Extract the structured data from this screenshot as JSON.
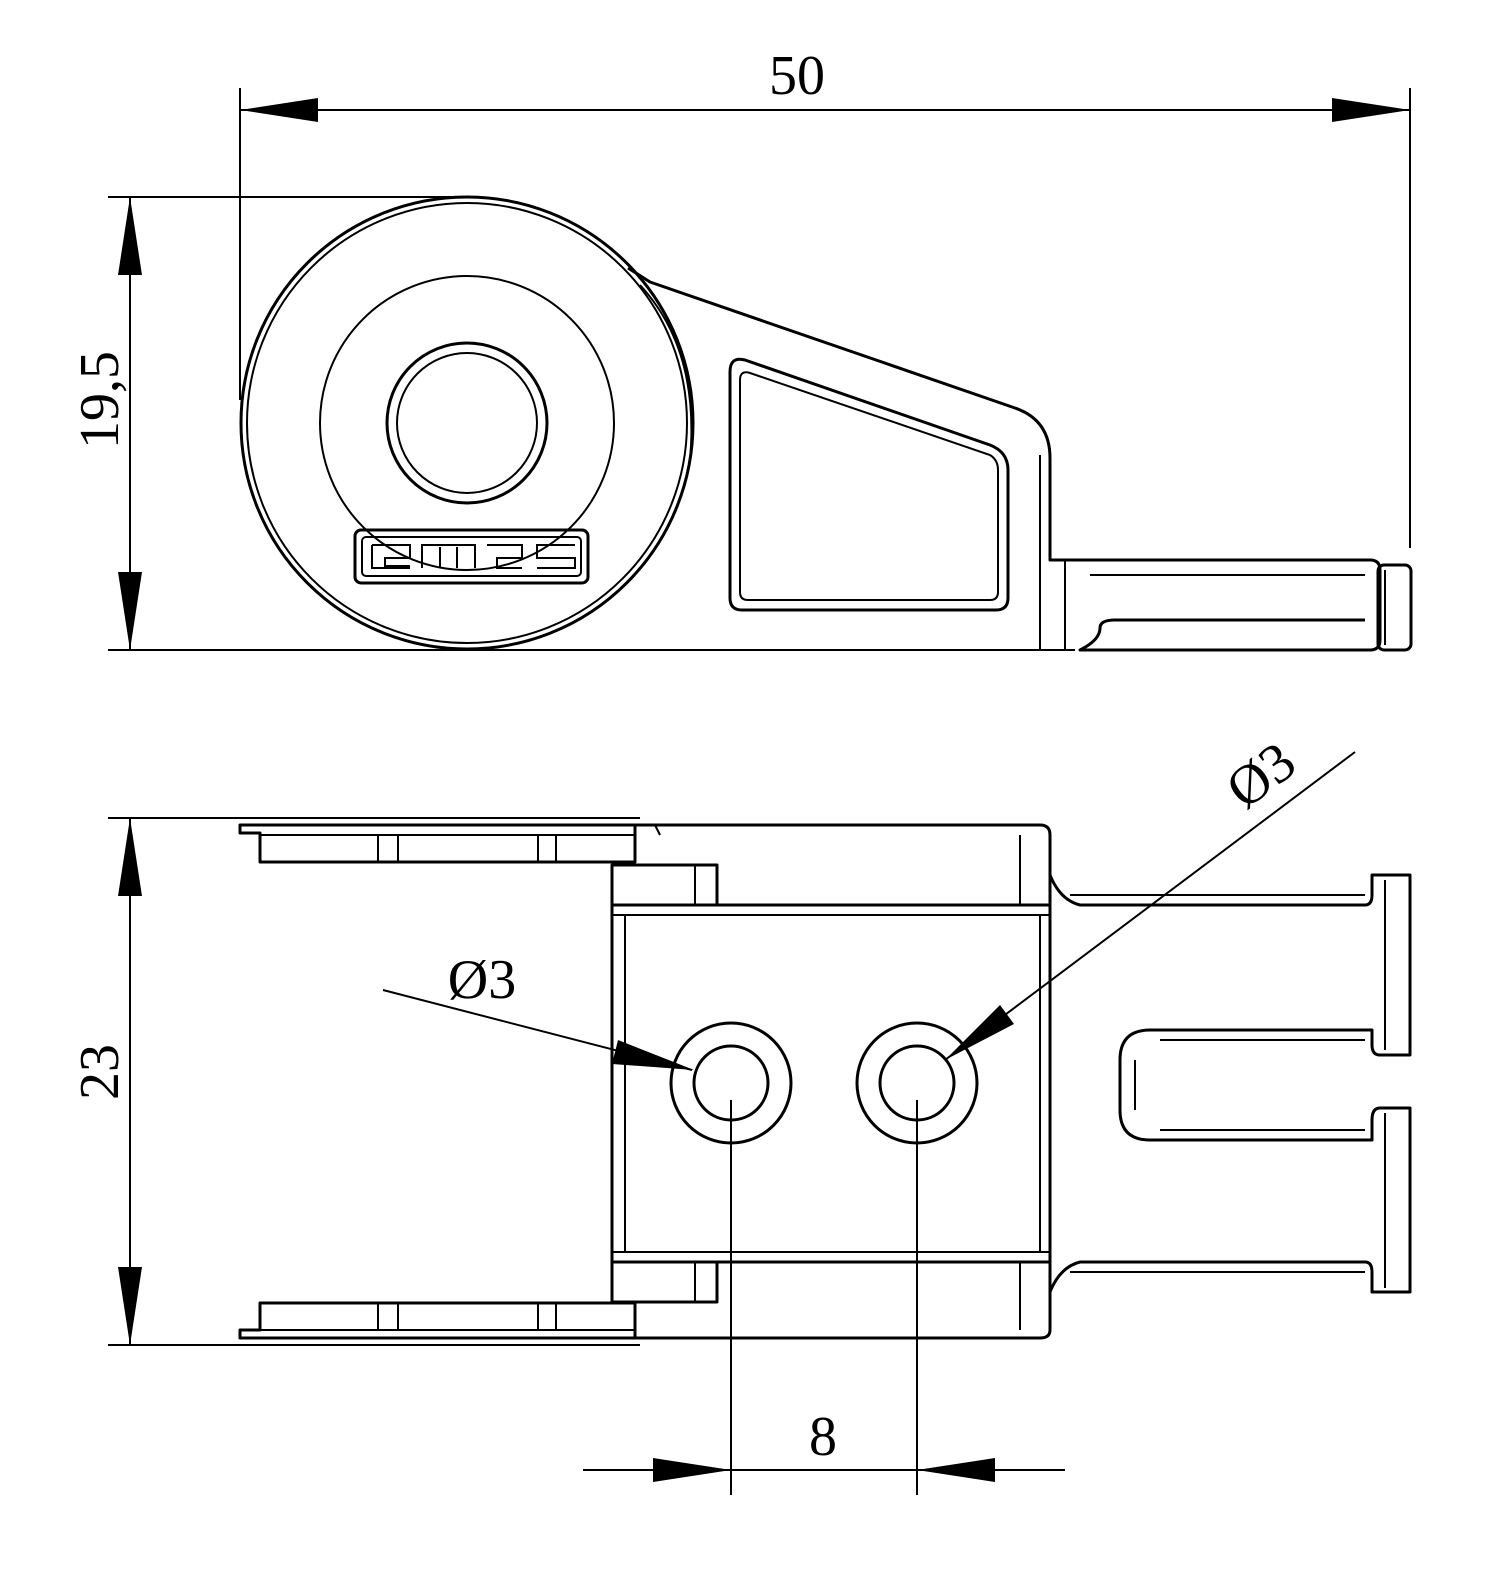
{
  "drawing": {
    "logo_text": "emas",
    "dimensions": {
      "overall_length": "50",
      "side_height": "19,5",
      "top_width": "23",
      "hole_spacing": "8",
      "hole_diameter_left": "Ø3",
      "hole_diameter_right": "Ø3"
    },
    "line_color": "#000000",
    "background_color": "#ffffff"
  }
}
